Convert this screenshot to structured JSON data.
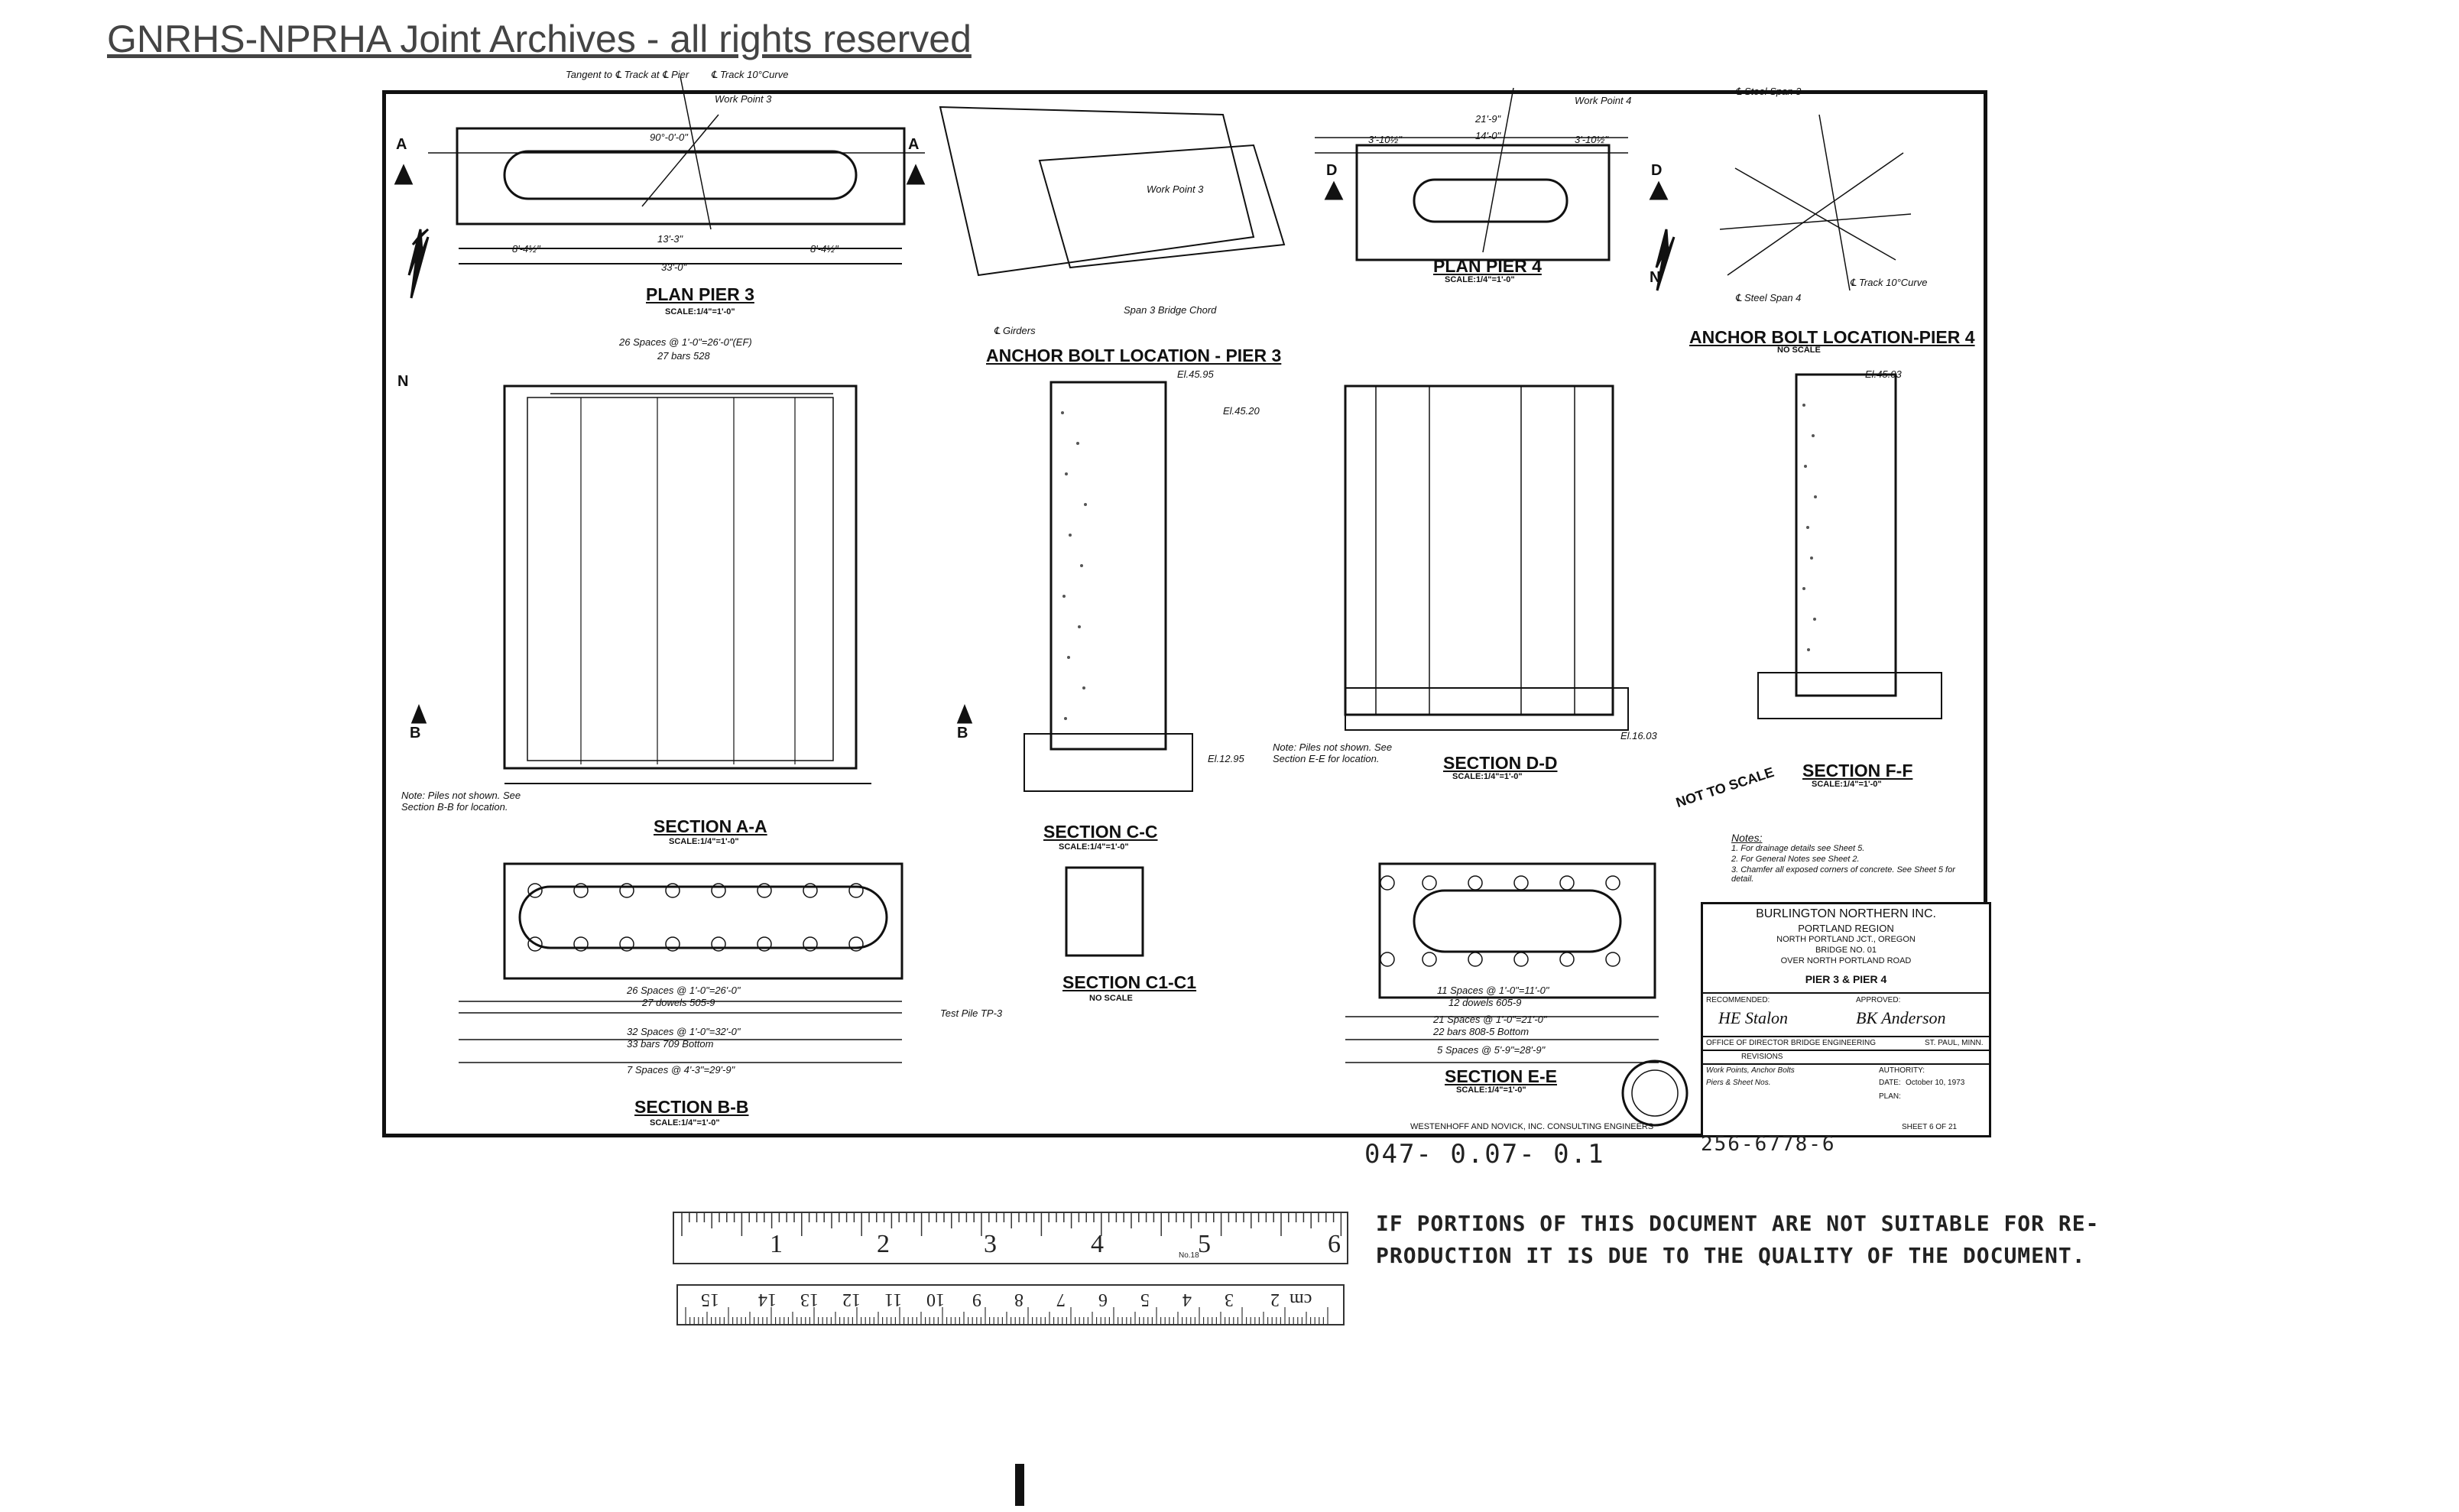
{
  "watermark": "GNRHS-NPRHA Joint Archives - all rights reserved",
  "views": {
    "plan_pier3": {
      "title": "PLAN PIER 3",
      "scale": "SCALE:1/4\"=1'-0\""
    },
    "anchor_pier3": {
      "title": "ANCHOR BOLT LOCATION - PIER 3"
    },
    "plan_pier4": {
      "title": "PLAN PIER 4",
      "scale": "SCALE:1/4\"=1'-0\""
    },
    "anchor_pier4": {
      "title": "ANCHOR BOLT LOCATION-PIER 4",
      "scale": "NO SCALE"
    },
    "section_aa": {
      "title": "SECTION A-A",
      "scale": "SCALE:1/4\"=1'-0\""
    },
    "section_cc": {
      "title": "SECTION C-C",
      "scale": "SCALE:1/4\"=1'-0\""
    },
    "section_dd": {
      "title": "SECTION D-D",
      "scale": "SCALE:1/4\"=1'-0\""
    },
    "section_ff": {
      "title": "SECTION F-F",
      "scale": "SCALE:1/4\"=1'-0\""
    },
    "section_c1c1": {
      "title": "SECTION C1-C1",
      "scale": "NO SCALE"
    },
    "section_bb": {
      "title": "SECTION B-B",
      "scale": "SCALE:1/4\"=1'-0\""
    },
    "section_ee": {
      "title": "SECTION E-E",
      "scale": "SCALE:1/4\"=1'-0\""
    }
  },
  "annotations": {
    "tangent_pier3": "Tangent to ℄ Track at ℄ Pier",
    "track_curve": "℄ Track 10°Curve",
    "work_point3": "Work Point 3",
    "work_point4": "Work Point 4",
    "dim_33": "33'-0\"",
    "dim_13_3": "13'-3\"",
    "dim_8_4": "8'-4½\"",
    "dim_90": "90°-0'-0\"",
    "dim_21_9": "21'-9\"",
    "dim_14_0": "14'-0\"",
    "dim_3_10": "3'-10½\"",
    "not_to_scale": "NOT TO SCALE",
    "test_pile": "Test Pile TP-3",
    "note_aa": "Note: Piles not shown. See Section B-B for location.",
    "note_cc": "Note: Piles not shown. See Section E-E for location.",
    "steel_span3": "℄ Steel Span 3",
    "steel_span4": "℄ Steel Span 4",
    "track_curve4": "℄ Track 10°Curve",
    "span3_chord": "Span 3 Bridge Chord",
    "girders": "℄ Girders",
    "bars_aa_1": "26 Spaces @ 1'-0\"=26'-0\"(EF)",
    "bars_aa_2": "27 bars 528",
    "spaces_bb_1": "26 Spaces @ 1'-0\"=26'-0\"",
    "spaces_bb_2": "27 dowels 505-9",
    "spaces_bb_3": "32 Spaces @ 1'-0\"=32'-0\"",
    "spaces_bb_4": "33 bars 709 Bottom",
    "spaces_bb_5": "7 Spaces @ 4'-3\"=29'-9\"",
    "spaces_ee_1": "11 Spaces @ 1'-0\"=11'-0\"",
    "spaces_ee_2": "12 dowels 605-9",
    "spaces_ee_3": "21 Spaces @ 1'-0\"=21'-0\"",
    "spaces_ee_4": "22 bars 808-5 Bottom",
    "spaces_ee_5": "5 Spaces @ 5'-9\"=28'-9\"",
    "el_1": "El.45.95",
    "el_2": "El.45.20",
    "el_3": "El.45.03",
    "el_4": "El.16.03",
    "el_5": "El.12.95"
  },
  "general_notes": {
    "heading": "Notes:",
    "items": [
      "1. For drainage details see Sheet 5.",
      "2. For General Notes see Sheet 2.",
      "3. Chamfer all exposed corners of concrete. See Sheet 5 for detail."
    ]
  },
  "title_block": {
    "company": "BURLINGTON NORTHERN INC.",
    "region": "PORTLAND REGION",
    "location": "NORTH PORTLAND JCT., OREGON",
    "bridge": "BRIDGE NO. 01",
    "over": "OVER NORTH PORTLAND ROAD",
    "drawing": "PIER 3 & PIER 4",
    "recommended": "RECOMMENDED:",
    "approved": "APPROVED:",
    "office": "OFFICE OF DIRECTOR BRIDGE ENGINEERING",
    "city": "ST. PAUL, MINN.",
    "revisions": "REVISIONS",
    "rev1": "Work Points, Anchor Bolts",
    "rev2": "Piers & Sheet Nos.",
    "date_label": "DATE:",
    "date": "October 10, 1973",
    "authority": "AUTHORITY:",
    "plan_label": "PLAN:",
    "sheet": "SHEET 6 OF 21",
    "consultants": "WESTENHOFF AND NOVICK, INC. CONSULTING ENGINEERS"
  },
  "handwritten": {
    "number_left": "047- 0.07- 0.1",
    "number_right": "256-6778-6"
  },
  "quality_notice": {
    "line1": "IF PORTIONS OF THIS DOCUMENT ARE NOT SUITABLE FOR RE-",
    "line2": "PRODUCTION IT IS DUE TO THE QUALITY OF THE DOCUMENT."
  },
  "ruler_inches": [
    "1",
    "2",
    "3",
    "4",
    "5",
    "6"
  ],
  "ruler_cm": [
    "cm",
    "2",
    "3",
    "4",
    "5",
    "6",
    "7",
    "8",
    "9",
    "10",
    "11",
    "12",
    "13",
    "14",
    "15"
  ],
  "ruler_label": "No.18"
}
